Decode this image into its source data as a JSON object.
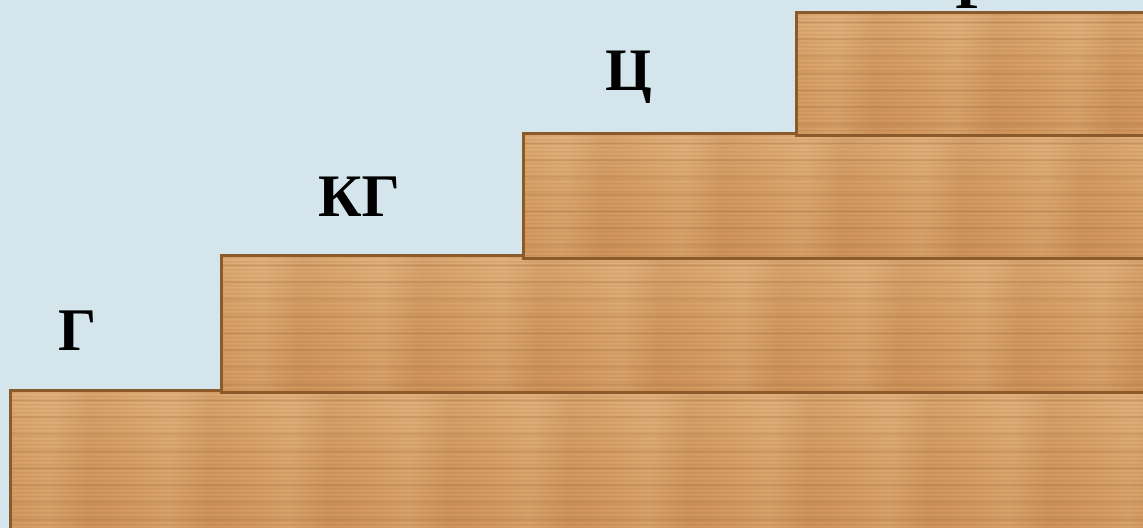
{
  "stairs": {
    "steps": [
      {
        "label": "Г"
      },
      {
        "label": "КГ"
      },
      {
        "label": "Ц"
      },
      {
        "label": "Р"
      }
    ],
    "colors": {
      "background": "#d4e6ec",
      "wood": "#d9a56d",
      "border": "#8a5a2b",
      "text": "#000000"
    }
  }
}
